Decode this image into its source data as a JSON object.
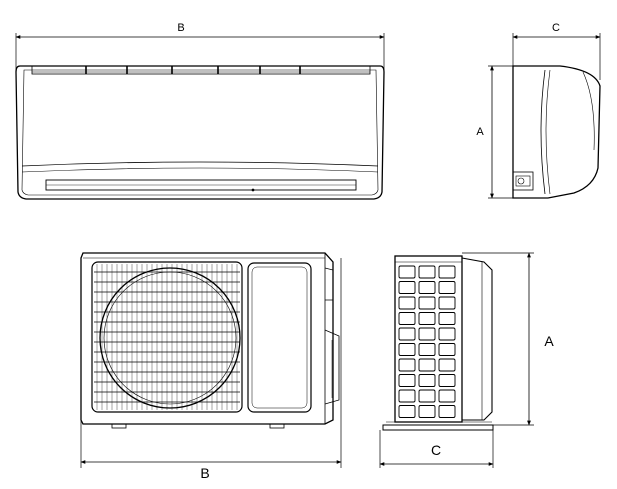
{
  "labels": {
    "indoor_width": "B",
    "indoor_depth": "C",
    "indoor_height": "A",
    "outdoor_width": "B",
    "outdoor_depth": "C",
    "outdoor_height": "A"
  },
  "colors": {
    "line": "#000000",
    "detail": "#333333",
    "background": "#ffffff"
  }
}
